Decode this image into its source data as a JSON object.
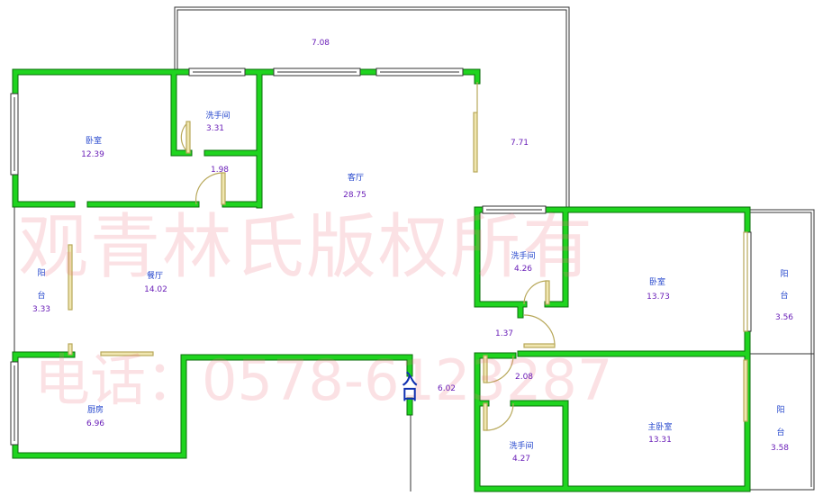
{
  "rooms": {
    "bedroom_nw": {
      "name": "卧室",
      "area": "12.39"
    },
    "bathroom_n": {
      "name": "洗手间",
      "area": "3.31"
    },
    "corridor_n": {
      "area": "1.98"
    },
    "living": {
      "name": "客厅",
      "area": "28.75"
    },
    "terrace_top": {
      "area": "7.08"
    },
    "terrace_right": {
      "area": "7.71"
    },
    "balcony_w": {
      "name_line1": "阳",
      "name_line2": "台",
      "area": "3.33"
    },
    "dining": {
      "name": "餐厅",
      "area": "14.02"
    },
    "kitchen": {
      "name": "厨房",
      "area": "6.96"
    },
    "bathroom_mid": {
      "name": "洗手间",
      "area": "4.26"
    },
    "bedroom_e": {
      "name": "卧室",
      "area": "13.73"
    },
    "balcony_e": {
      "name_line1": "阳",
      "name_line2": "台",
      "area": "3.56"
    },
    "corridor_mid": {
      "area": "1.37"
    },
    "corridor_s": {
      "area": "2.08"
    },
    "entry_hall": {
      "area": "6.02"
    },
    "bathroom_s": {
      "name": "洗手间",
      "area": "4.27"
    },
    "master_bedroom": {
      "name": "主卧室",
      "area": "13.31"
    },
    "balcony_se": {
      "name_line1": "阳",
      "name_line2": "台",
      "area": "3.58"
    }
  },
  "entrance": {
    "line1": "入",
    "line2": "口"
  },
  "watermark": {
    "line1": "观青林氏版权所有",
    "line2": "电话：0578-6123287"
  },
  "colors": {
    "wall": "#1fd41f",
    "wall_edge": "#0b6e0b",
    "door": "#b8a85a",
    "name": "#2244cc",
    "area": "#6a1fb8"
  }
}
